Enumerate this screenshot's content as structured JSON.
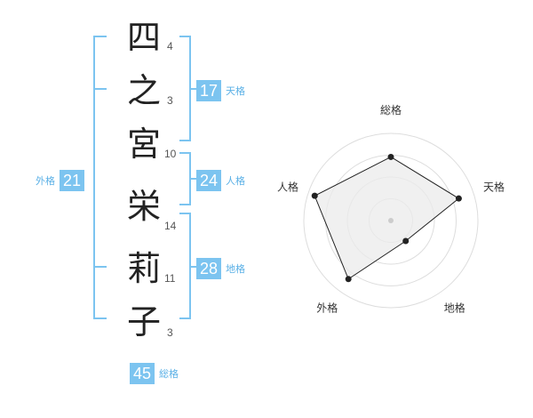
{
  "name": [
    {
      "char": "四",
      "strokes": "4"
    },
    {
      "char": "之",
      "strokes": "3"
    },
    {
      "char": "宮",
      "strokes": "10"
    },
    {
      "char": "栄",
      "strokes": "14"
    },
    {
      "char": "莉",
      "strokes": "11"
    },
    {
      "char": "子",
      "strokes": "3"
    }
  ],
  "kaku": {
    "tenkaku": {
      "value": "17",
      "label": "天格"
    },
    "jinkaku": {
      "value": "24",
      "label": "人格"
    },
    "chikaku": {
      "value": "28",
      "label": "地格"
    },
    "gaikaku": {
      "value": "21",
      "label": "外格"
    },
    "soukaku": {
      "value": "45",
      "label": "総格"
    }
  },
  "chart_data": {
    "type": "radar",
    "axes": [
      "総格",
      "天格",
      "地格",
      "外格",
      "人格"
    ],
    "values": [
      0.73,
      0.82,
      0.29,
      0.83,
      0.92
    ],
    "rings": 4,
    "colors": {
      "fill": "#ebebeb",
      "line": "#222222",
      "ring": "#dddddd",
      "accent": "#7cc4f0"
    }
  }
}
